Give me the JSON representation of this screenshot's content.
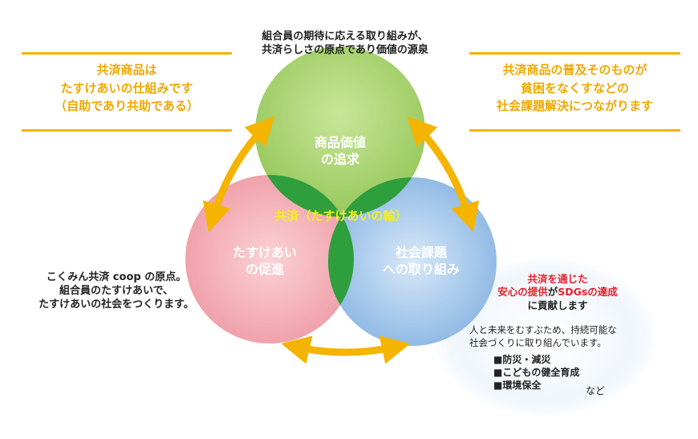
{
  "top_caption": [
    "組合員の期待に応える取り組みが、",
    "共済らしさの原点であり価値の源泉"
  ],
  "left_box": [
    "共済商品は",
    "たすけあいの仕組みです",
    "（自助であり共助である）"
  ],
  "right_box": [
    "共済商品の普及そのものが",
    "貧困をなくすなどの",
    "社会課題解決につながります"
  ],
  "circles": {
    "top": [
      "商品価値",
      "の追求"
    ],
    "left": [
      "たすけあい",
      "の促進"
    ],
    "right": [
      "社会課題",
      "への取り組み"
    ],
    "center": "共済（たすけあいの輪）"
  },
  "left_note": [
    "こくみん共済 coop の原点。",
    "組合員のたすけあいで、",
    "たすけあいの社会をつくります。"
  ],
  "sdgs": {
    "line1": "共済を通じた",
    "line2a": "安心の提供",
    "line2b": "が",
    "line2c": "SDGsの達成",
    "line3": "に貢献します",
    "body": [
      "人と未来をむすぶため、持続可能な",
      "社会づくりに取り組んでいます。"
    ],
    "items": [
      "■防災・減災",
      "■こどもの健全育成",
      "■環境保全"
    ],
    "etc": "など"
  },
  "colors": {
    "green": "#a6d26a",
    "dark_green": "#2f9e3c",
    "pink": "#f0a0a8",
    "blue": "#8cb8e6",
    "orange": "#f5b400",
    "red": "#e8202a"
  }
}
